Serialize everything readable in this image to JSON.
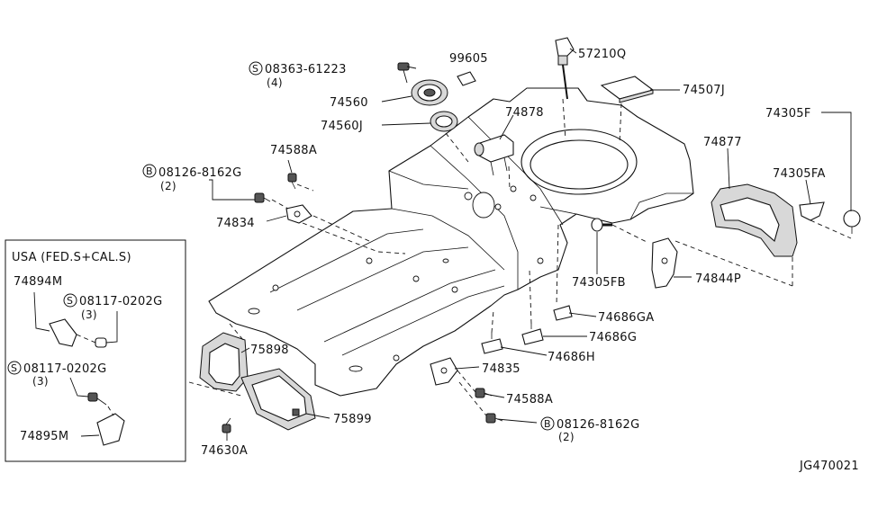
{
  "diagram_id": "JG470021",
  "labels": {
    "p08363": "08363-61223",
    "p08363_qty": "(4)",
    "p99605": "99605",
    "p57210Q": "57210Q",
    "p74560": "74560",
    "p74507J": "74507J",
    "p74560J": "74560J",
    "p74878": "74878",
    "p74305F": "74305F",
    "p74877": "74877",
    "p74588A_top": "74588A",
    "p08126_top": "08126-8162G",
    "p08126_top_qty": "(2)",
    "p74305FA": "74305FA",
    "p74834": "74834",
    "p74305FB": "74305FB",
    "p74844P": "74844P",
    "p74686GA": "74686GA",
    "p74686G": "74686G",
    "p75898": "75898",
    "p74686H": "74686H",
    "p74835": "74835",
    "p74588A_bot": "74588A",
    "p75899": "75899",
    "p08126_bot": "08126-8162G",
    "p08126_bot_qty": "(2)",
    "p74630A": "74630A"
  },
  "inset": {
    "title": "USA (FED.S+CAL.S)",
    "p74894M": "74894M",
    "p08117_a": "08117-0202G",
    "p08117_a_qty": "(3)",
    "p08117_b": "08117-0202G",
    "p08117_b_qty": "(3)",
    "p74895M": "74895M"
  },
  "circles": {
    "s": "S",
    "b": "B"
  }
}
